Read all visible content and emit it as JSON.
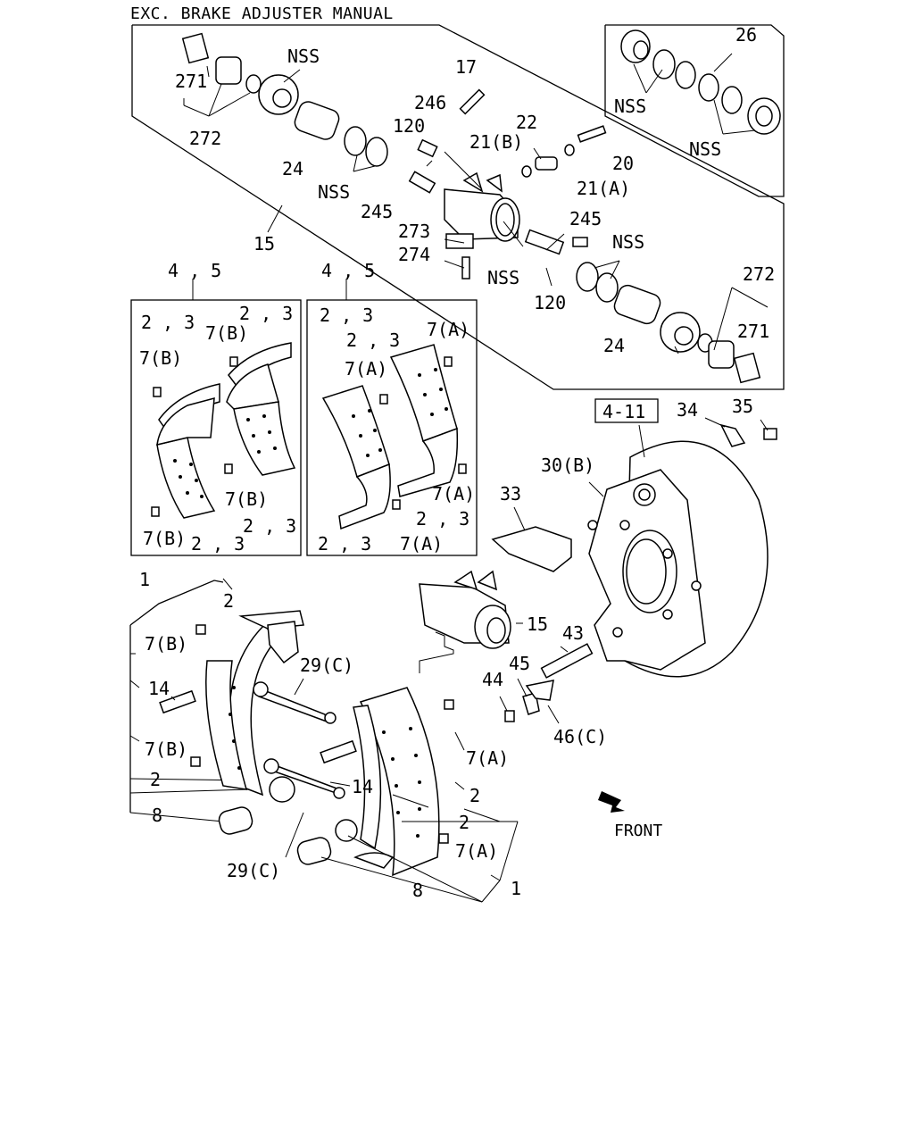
{
  "title": "EXC. BRAKE ADJUSTER MANUAL",
  "front_label": "FRONT",
  "ref_box": "4-11",
  "callouts": {
    "c26": "26",
    "c17": "17",
    "c246": "246",
    "c22": "22",
    "c20": "20",
    "c21b": "21(B)",
    "c21a": "21(A)",
    "c120a": "120",
    "c120b": "120",
    "c245a": "245",
    "c245b": "245",
    "c271a": "271",
    "c271b": "271",
    "c272a": "272",
    "c272b": "272",
    "c273": "273",
    "c274": "274",
    "c24a": "24",
    "c24b": "24",
    "c15a": "15",
    "c15b": "15",
    "nss1": "NSS",
    "nss2": "NSS",
    "nss3": "NSS",
    "nss4": "NSS",
    "nss5": "NSS",
    "nss6": "NSS",
    "c45a": "4 , 5",
    "c45b": "4 , 5",
    "l23a": "2 , 3",
    "l23b": "2 , 3",
    "l23c": "2 , 3",
    "l23d": "2 , 3",
    "l23e": "2 , 3",
    "l23f": "2 , 3",
    "l23g": "2 , 3",
    "l23h": "2 , 3",
    "l7b1": "7(B)",
    "l7b2": "7(B)",
    "l7b3": "7(B)",
    "l7b4": "7(B)",
    "l7a1": "7(A)",
    "l7a2": "7(A)",
    "l7a3": "7(A)",
    "l7a4": "7(A)",
    "c34": "34",
    "c35": "35",
    "c30b": "30(B)",
    "c33": "33",
    "c43": "43",
    "c44": "44",
    "c45": "45",
    "c46c": "46(C)",
    "c1a": "1",
    "c1b": "1",
    "c2a": "2",
    "c2b": "2",
    "c2c": "2",
    "c2d": "2",
    "c7b5": "7(B)",
    "c7b6": "7(B)",
    "c7a5": "7(A)",
    "c7a6": "7(A)",
    "c14a": "14",
    "c14b": "14",
    "c29a": "29(C)",
    "c29b": "29(C)",
    "c8a": "8",
    "c8b": "8"
  }
}
